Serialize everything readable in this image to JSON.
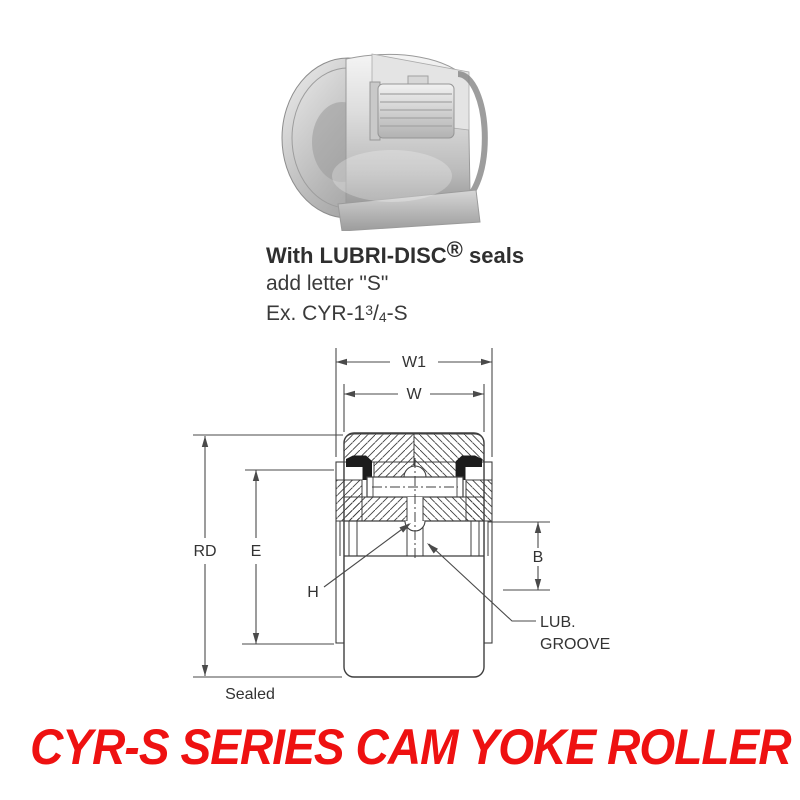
{
  "caption": {
    "line1_pre": "With LUBRI-DISC",
    "line1_reg": "®",
    "line1_post": " seals",
    "line2": "add letter \"S\"",
    "line3_pre": "Ex. CYR-1",
    "line3_num": "3",
    "line3_slash": "/",
    "line3_den": "4",
    "line3_post": "-S"
  },
  "diagram": {
    "dim_w1": "W1",
    "dim_w": "W",
    "dim_rd": "RD",
    "dim_e": "E",
    "dim_b": "B",
    "dim_h": "H",
    "lub_groove_line1": "LUB.",
    "lub_groove_line2": "GROOVE",
    "sealed_label": "Sealed"
  },
  "footer": {
    "title": "CYR-S SERIES CAM YOKE ROLLER"
  },
  "colors": {
    "title_red": "#ee1111",
    "drawing_line": "#3f3f3f",
    "text_dark": "#333333"
  }
}
